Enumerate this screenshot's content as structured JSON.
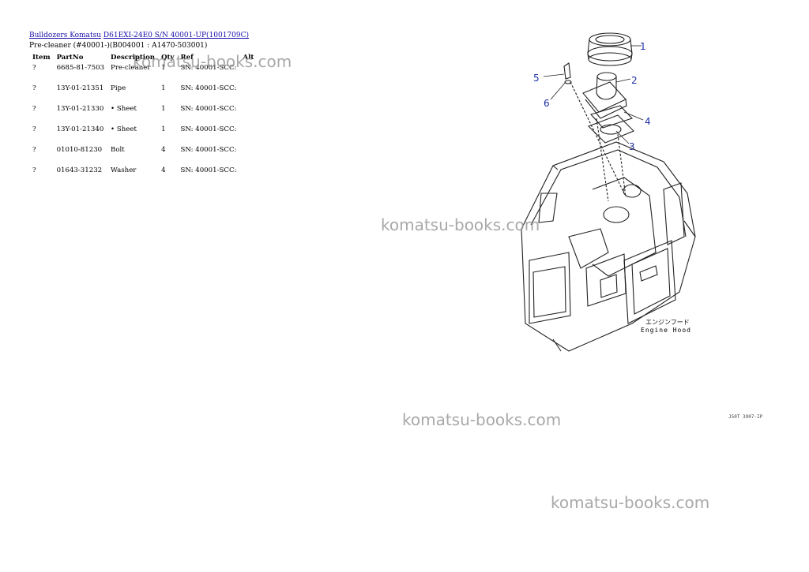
{
  "breadcrumb": {
    "link1": "Bulldozers Komatsu",
    "link2": "D61EXI-24E0 S/N 40001-UP(1001709C)"
  },
  "subtitle": "Pre-cleaner (#40001-)(B004001 : A1470-503001)",
  "table": {
    "headers": [
      "Item",
      "PartNo",
      "Description",
      "Qty",
      "Ref",
      "Alt"
    ],
    "rows": [
      {
        "item": "?",
        "part": "6685-81-7503",
        "desc": "Pre-cleaner",
        "qty": "1",
        "ref": "SN: 40001-SCC:"
      },
      {
        "item": "?",
        "part": "13Y-01-21351",
        "desc": "Pipe",
        "qty": "1",
        "ref": "SN: 40001-SCC:"
      },
      {
        "item": "?",
        "part": "13Y-01-21330",
        "desc": "• Sheet",
        "qty": "1",
        "ref": "SN: 40001-SCC:"
      },
      {
        "item": "?",
        "part": "13Y-01-21340",
        "desc": "• Sheet",
        "qty": "1",
        "ref": "SN: 40001-SCC:"
      },
      {
        "item": "?",
        "part": "01010-81230",
        "desc": "Bolt",
        "qty": "4",
        "ref": "SN: 40001-SCC:"
      },
      {
        "item": "?",
        "part": "01643-31232",
        "desc": "Washer",
        "qty": "4",
        "ref": "SN: 40001-SCC:"
      }
    ]
  },
  "watermark": "komatsu-books.com",
  "diagram": {
    "callouts": [
      "1",
      "2",
      "3",
      "4",
      "5",
      "6"
    ],
    "label_jp": "エンジンフード",
    "label_en": "Engine Hood",
    "code": "J50T 3907-IP"
  }
}
